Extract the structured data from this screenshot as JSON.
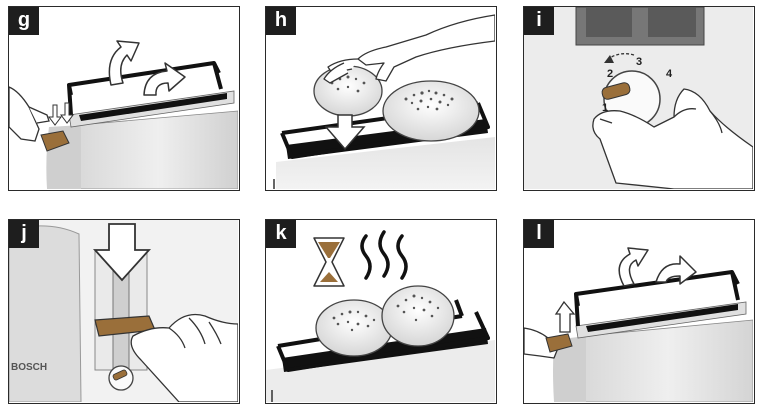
{
  "panels": [
    {
      "id": "g",
      "label": "g"
    },
    {
      "id": "h",
      "label": "h"
    },
    {
      "id": "i",
      "label": "i",
      "dial_numbers": [
        "1",
        "2",
        "3",
        "4"
      ]
    },
    {
      "id": "j",
      "label": "j",
      "brand": "BOSCH"
    },
    {
      "id": "k",
      "label": "k"
    },
    {
      "id": "l",
      "label": "l"
    }
  ],
  "colors": {
    "border": "#2a2a2a",
    "label_bg": "#1e1e1e",
    "label_text": "#ffffff",
    "toaster_body": "#e6e6e6",
    "toaster_shade": "#cfcfcf",
    "slot": "#111111",
    "arrow_fill": "#ffffff"
  },
  "icons": [
    "curved-arrow-icon",
    "down-arrow-icon",
    "up-arrow-icon",
    "hourglass-icon",
    "steam-icon",
    "hand-icon",
    "bread-roll-icon"
  ]
}
